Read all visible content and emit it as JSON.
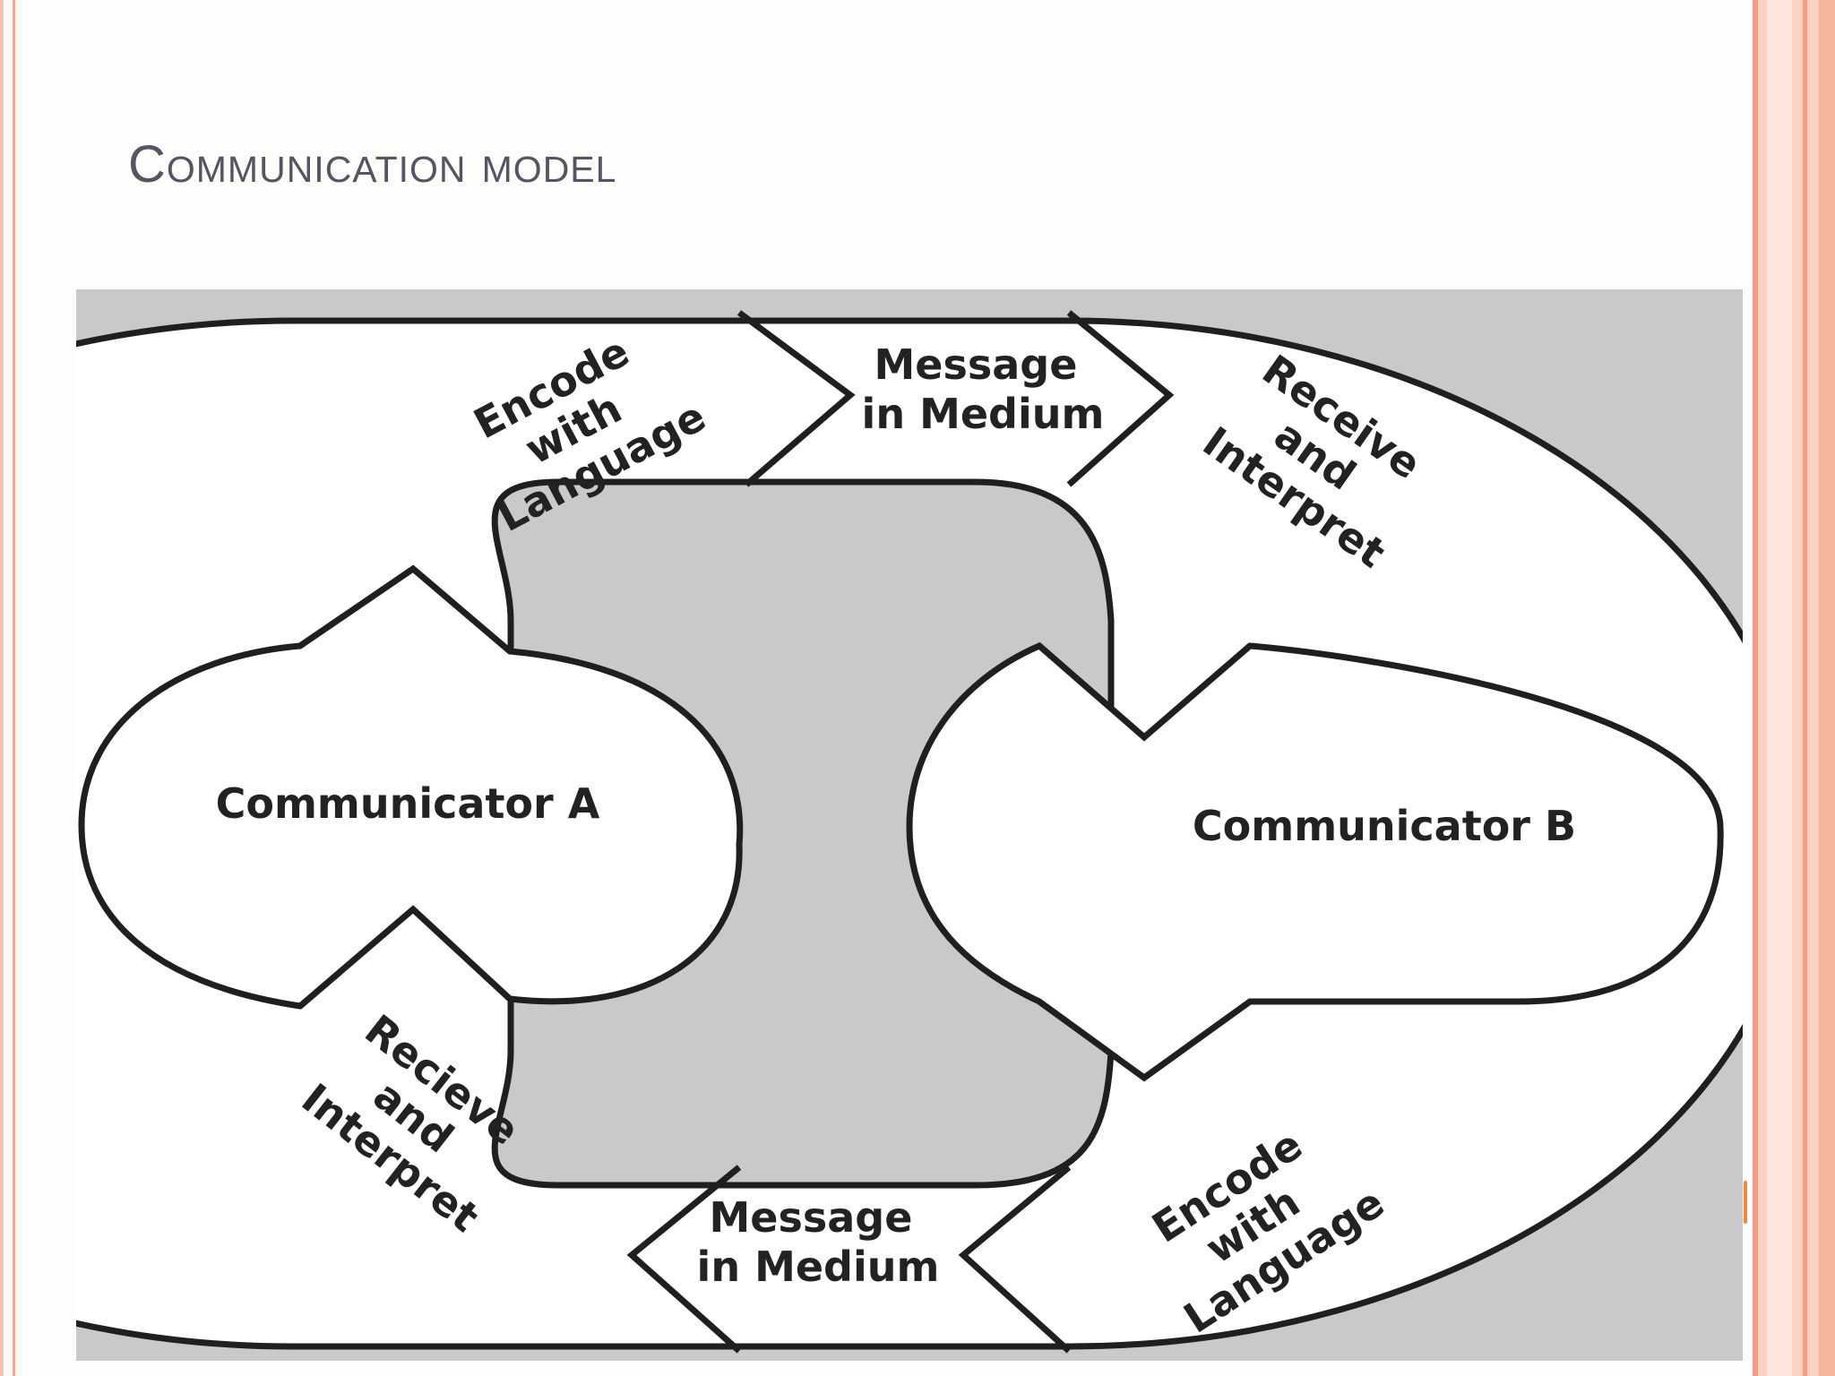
{
  "slide": {
    "title": "Communication model"
  },
  "diagram": {
    "top_left_arrow": {
      "lines": [
        "Encode",
        "with",
        "Language"
      ]
    },
    "top_message": {
      "lines": [
        "Message",
        "in Medium"
      ]
    },
    "top_right_arrow": {
      "lines": [
        "Receive",
        "and",
        "Interpret"
      ]
    },
    "communicator_a": "Communicator A",
    "communicator_b": "Communicator B",
    "bottom_left_arrow": {
      "lines": [
        "Recieve",
        "and",
        "Interpret"
      ]
    },
    "bottom_message": {
      "lines": [
        "Message",
        "in Medium"
      ]
    },
    "bottom_right_arrow": {
      "lines": [
        "Encode",
        "with",
        "Language"
      ]
    }
  },
  "colors": {
    "title": "#545462",
    "diagram_background": "#c9c9cb",
    "shape_fill": "#ffffff",
    "shape_stroke": "#1f1f1f",
    "frame_accent": "#f2a98f"
  }
}
